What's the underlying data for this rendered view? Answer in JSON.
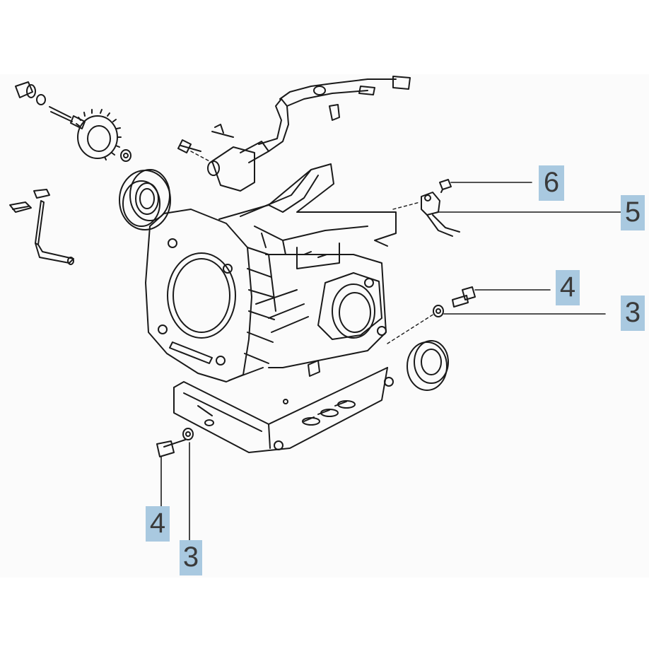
{
  "callouts": {
    "c6": "6",
    "c5": "5",
    "c4_right": "4",
    "c3_right": "3",
    "c4_bottom": "4",
    "c3_bottom": "3"
  },
  "colors": {
    "label_bg": "#a9c9e0",
    "line": "#1a1a1a",
    "background": "#ffffff",
    "panel": "#fbfbfb"
  }
}
